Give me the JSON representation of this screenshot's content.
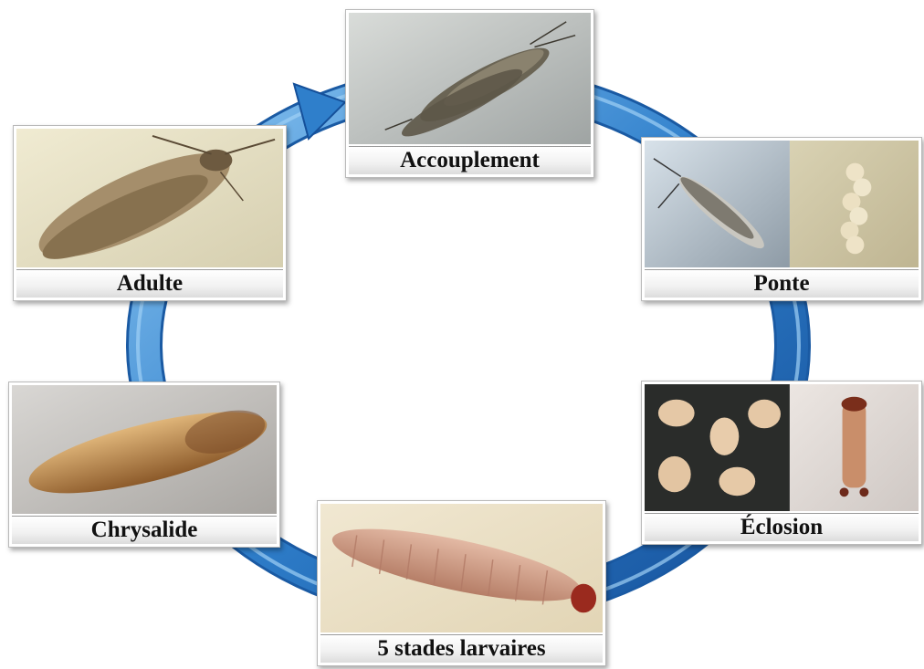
{
  "stages": {
    "accouplement": {
      "label": "Accouplement"
    },
    "ponte": {
      "label": "Ponte"
    },
    "eclosion": {
      "label": "Éclosion"
    },
    "larves": {
      "label": "5 stades larvaires"
    },
    "chrysalide": {
      "label": "Chrysalide"
    },
    "adulte": {
      "label": "Adulte"
    }
  },
  "colors": {
    "ring": "#2f7fcb",
    "ring_dark": "#15509a",
    "ring_light": "#8cc6f2"
  }
}
